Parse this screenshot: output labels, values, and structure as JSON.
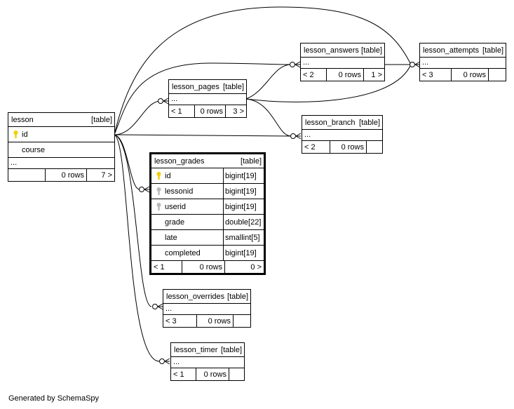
{
  "credit": "Generated by SchemaSpy",
  "colors": {
    "line": "#000000",
    "primary_key": "#f0d000",
    "foreign_key": "#b8b8b8",
    "background": "#ffffff"
  },
  "tables": {
    "lesson": {
      "name": "lesson",
      "type": "[table]",
      "columns": [
        {
          "name": "id",
          "key": "primary"
        },
        {
          "name": "course",
          "key": "none"
        }
      ],
      "ellipsis": "...",
      "footer": {
        "parents": "",
        "rows": "0 rows",
        "children": "7 >"
      }
    },
    "lesson_pages": {
      "name": "lesson_pages",
      "type": "[table]",
      "ellipsis": "...",
      "footer": {
        "parents": "< 1",
        "rows": "0 rows",
        "children": "3 >"
      }
    },
    "lesson_answers": {
      "name": "lesson_answers",
      "type": "[table]",
      "ellipsis": "...",
      "footer": {
        "parents": "< 2",
        "rows": "0 rows",
        "children": "1 >"
      }
    },
    "lesson_attempts": {
      "name": "lesson_attempts",
      "type": "[table]",
      "ellipsis": "...",
      "footer": {
        "parents": "< 3",
        "rows": "0 rows",
        "children": ""
      }
    },
    "lesson_branch": {
      "name": "lesson_branch",
      "type": "[table]",
      "ellipsis": "...",
      "footer": {
        "parents": "< 2",
        "rows": "0 rows",
        "children": ""
      }
    },
    "lesson_grades": {
      "name": "lesson_grades",
      "type": "[table]",
      "columns": [
        {
          "name": "id",
          "type": "bigint[19]",
          "key": "primary"
        },
        {
          "name": "lessonid",
          "type": "bigint[19]",
          "key": "foreign"
        },
        {
          "name": "userid",
          "type": "bigint[19]",
          "key": "foreign"
        },
        {
          "name": "grade",
          "type": "double[22]",
          "key": "none"
        },
        {
          "name": "late",
          "type": "smallint[5]",
          "key": "none"
        },
        {
          "name": "completed",
          "type": "bigint[19]",
          "key": "none"
        }
      ],
      "footer": {
        "parents": "< 1",
        "rows": "0 rows",
        "children": "0 >"
      }
    },
    "lesson_overrides": {
      "name": "lesson_overrides",
      "type": "[table]",
      "ellipsis": "...",
      "footer": {
        "parents": "< 3",
        "rows": "0 rows",
        "children": ""
      }
    },
    "lesson_timer": {
      "name": "lesson_timer",
      "type": "[table]",
      "ellipsis": "...",
      "footer": {
        "parents": "< 1",
        "rows": "0 rows",
        "children": ""
      }
    }
  },
  "relationships": [
    {
      "from": "lesson",
      "to": "lesson_pages"
    },
    {
      "from": "lesson",
      "to": "lesson_answers"
    },
    {
      "from": "lesson",
      "to": "lesson_attempts"
    },
    {
      "from": "lesson",
      "to": "lesson_branch"
    },
    {
      "from": "lesson",
      "to": "lesson_grades"
    },
    {
      "from": "lesson",
      "to": "lesson_overrides"
    },
    {
      "from": "lesson",
      "to": "lesson_timer"
    },
    {
      "from": "lesson_pages",
      "to": "lesson_answers"
    },
    {
      "from": "lesson_pages",
      "to": "lesson_branch"
    },
    {
      "from": "lesson_pages",
      "to": "lesson_attempts"
    },
    {
      "from": "lesson_answers",
      "to": "lesson_attempts"
    }
  ]
}
